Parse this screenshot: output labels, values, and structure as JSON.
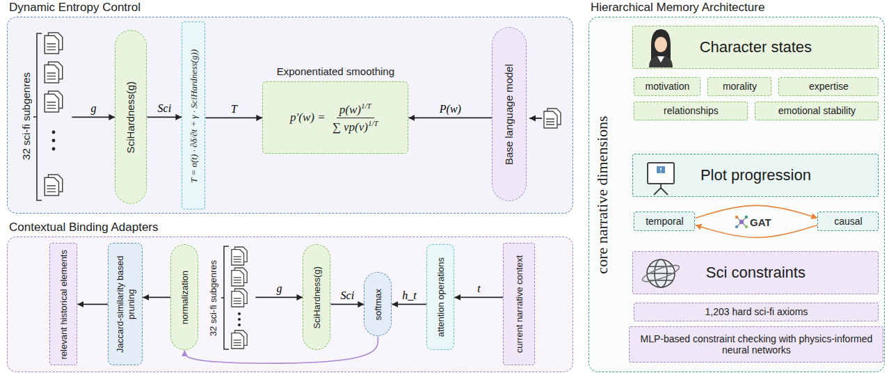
{
  "diagram": {
    "nodes": [
      {
        "text": [
          "Dynamic Entropy Control"
        ]
      },
      {
        "text": [
          "32 sci-fi subgenres"
        ],
        "in": 0
      },
      {
        "text": [
          "SciHardness(g)"
        ],
        "in": 0
      },
      {
        "text": [
          "T = σ(t) · ∂δ/∂t + γ · SciHardness(g))"
        ],
        "in": 0
      },
      {
        "text": [
          "Exponentiated smoothing",
          "p′(w) =",
          "p(w)",
          "1/T",
          "∑ vp(v)",
          "1/T"
        ],
        "in": 0
      },
      {
        "text": [
          "Base language model"
        ],
        "in": 0
      },
      {
        "text": [
          "Contextual Binding Adapters"
        ]
      },
      {
        "text": [
          "relevant historical elements"
        ],
        "in": 6
      },
      {
        "text": [
          "Jaccard-similarity based pruning"
        ],
        "in": 6
      },
      {
        "text": [
          "normalization"
        ],
        "in": 6
      },
      {
        "text": [
          "32 sci-fi subgenres"
        ],
        "in": 6
      },
      {
        "text": [
          "SciHardness(g)"
        ],
        "in": 6
      },
      {
        "text": [
          "softmax"
        ],
        "in": 6
      },
      {
        "text": [
          "attention operations"
        ],
        "in": 6
      },
      {
        "text": [
          "current narrative context"
        ],
        "in": 6
      },
      {
        "text": [
          "Hierarchical Memory Architecture",
          "core narrative dimensions"
        ]
      },
      {
        "text": [
          "Character states"
        ],
        "in": 15
      },
      {
        "text": [
          "motivation"
        ],
        "in": 15
      },
      {
        "text": [
          "morality"
        ],
        "in": 15
      },
      {
        "text": [
          "expertise"
        ],
        "in": 15
      },
      {
        "text": [
          "relationships"
        ],
        "in": 15
      },
      {
        "text": [
          "emotional stability"
        ],
        "in": 15
      },
      {
        "text": [
          "Plot progression"
        ],
        "in": 15
      },
      {
        "text": [
          "temporal"
        ],
        "in": 15
      },
      {
        "text": [
          "causal"
        ],
        "in": 15
      },
      {
        "text": [
          "Sci constraints"
        ],
        "in": 15
      },
      {
        "text": [
          "1,203 hard sci-fi axioms"
        ],
        "in": 15
      },
      {
        "text": [
          "MLP-based constraint checking with physics-informed neural networks"
        ],
        "in": 15
      }
    ],
    "edges": [
      {
        "from": 1,
        "to": 2,
        "arrow": "to",
        "label": "g"
      },
      {
        "from": 2,
        "to": 3,
        "arrow": "to",
        "label": "Sci"
      },
      {
        "from": 3,
        "to": 4,
        "arrow": "to",
        "label": "T"
      },
      {
        "from": 5,
        "to": 4,
        "arrow": "to",
        "label": "P(w)"
      },
      {
        "from": 14,
        "to": 13,
        "arrow": "to",
        "label": "t"
      },
      {
        "from": 13,
        "to": 12,
        "arrow": "to",
        "label": "h_t"
      },
      {
        "from": 10,
        "to": 11,
        "arrow": "to",
        "label": "g"
      },
      {
        "from": 11,
        "to": 12,
        "arrow": "to",
        "label": "Sci"
      },
      {
        "from": 12,
        "to": 9,
        "arrow": "to"
      },
      {
        "from": 9,
        "to": 8,
        "arrow": "to"
      },
      {
        "from": 8,
        "to": 7,
        "arrow": "to"
      },
      {
        "from": 23,
        "to": 24,
        "arrow": "to"
      },
      {
        "from": 24,
        "to": 23,
        "arrow": "to"
      }
    ],
    "labels": [
      "GAT"
    ]
  }
}
